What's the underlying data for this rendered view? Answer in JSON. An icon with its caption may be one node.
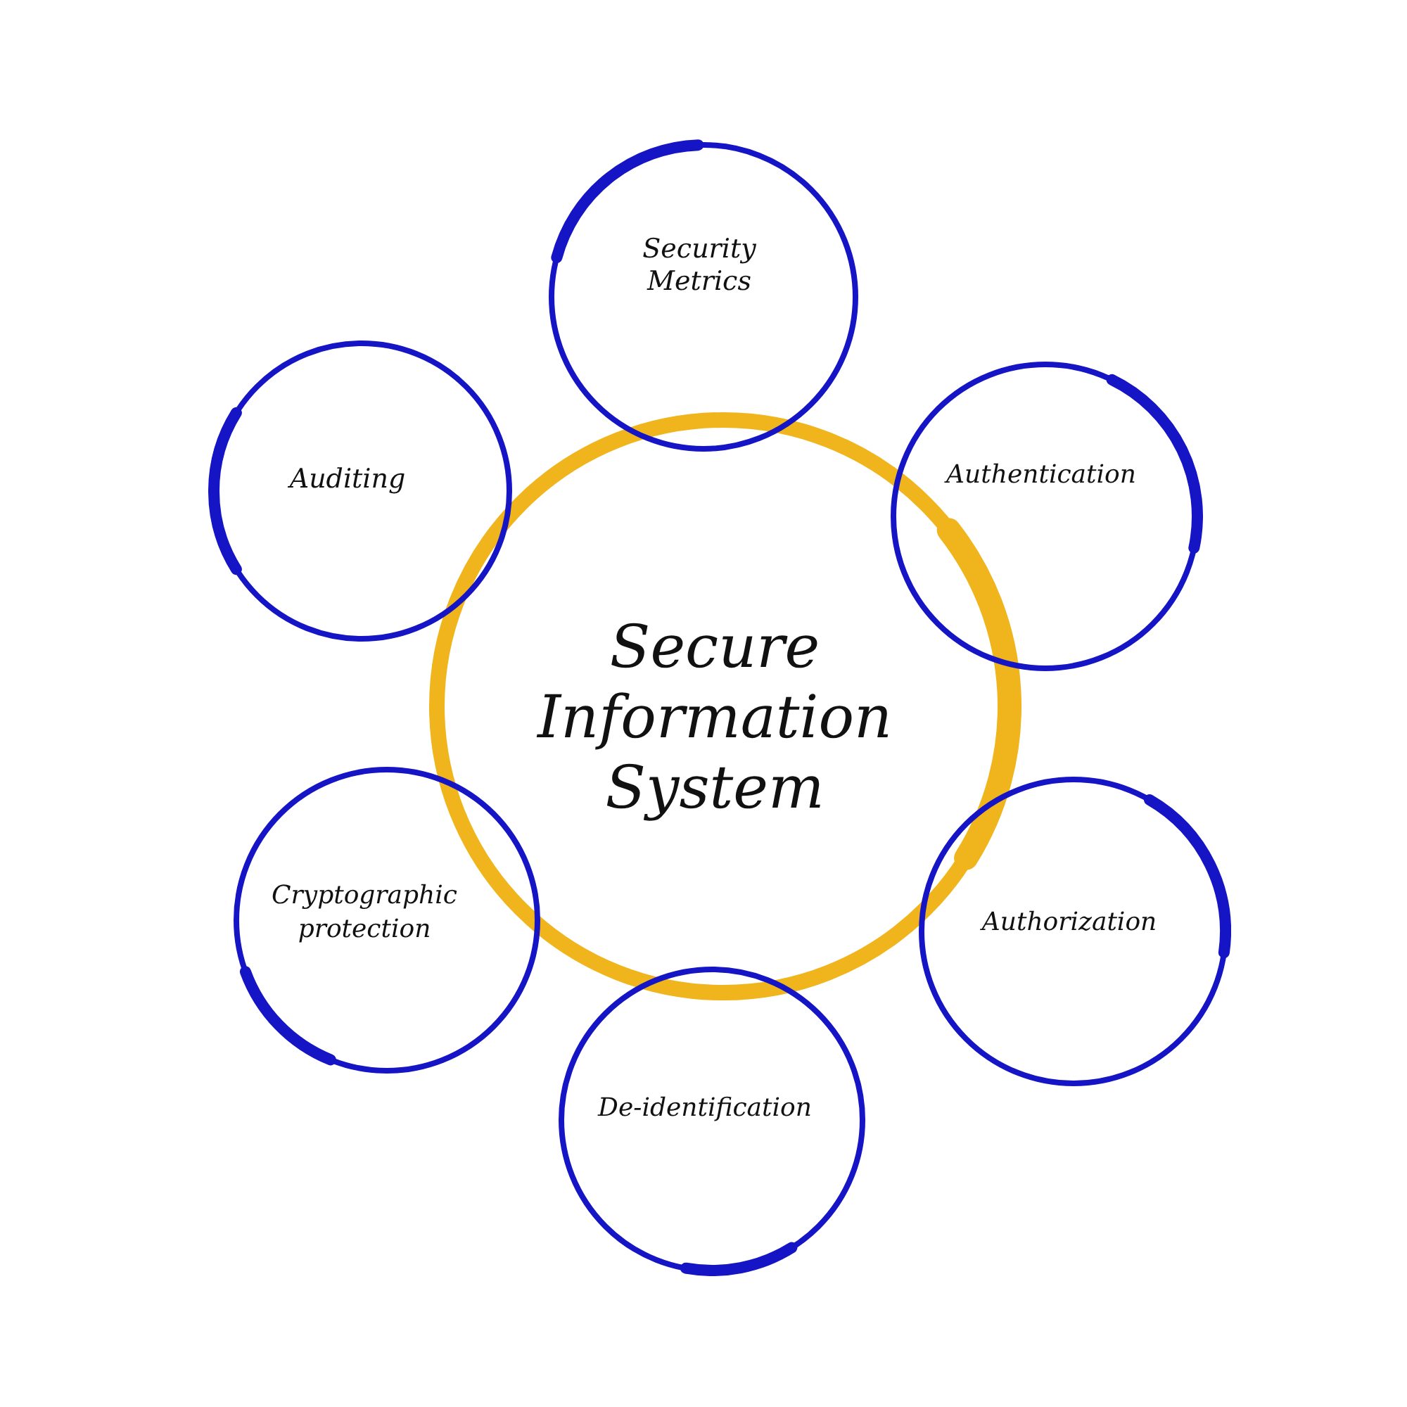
{
  "diagram": {
    "nodes": [
      {
        "text": [
          "Secure Information System"
        ]
      },
      {
        "text": [
          "Security Metrics"
        ]
      },
      {
        "text": [
          "Auditing"
        ]
      },
      {
        "text": [
          "Authentication"
        ]
      },
      {
        "text": [
          "Cryptographic protection"
        ]
      },
      {
        "text": [
          "Authorization"
        ]
      },
      {
        "text": [
          "De-identification"
        ]
      }
    ],
    "edges": []
  }
}
